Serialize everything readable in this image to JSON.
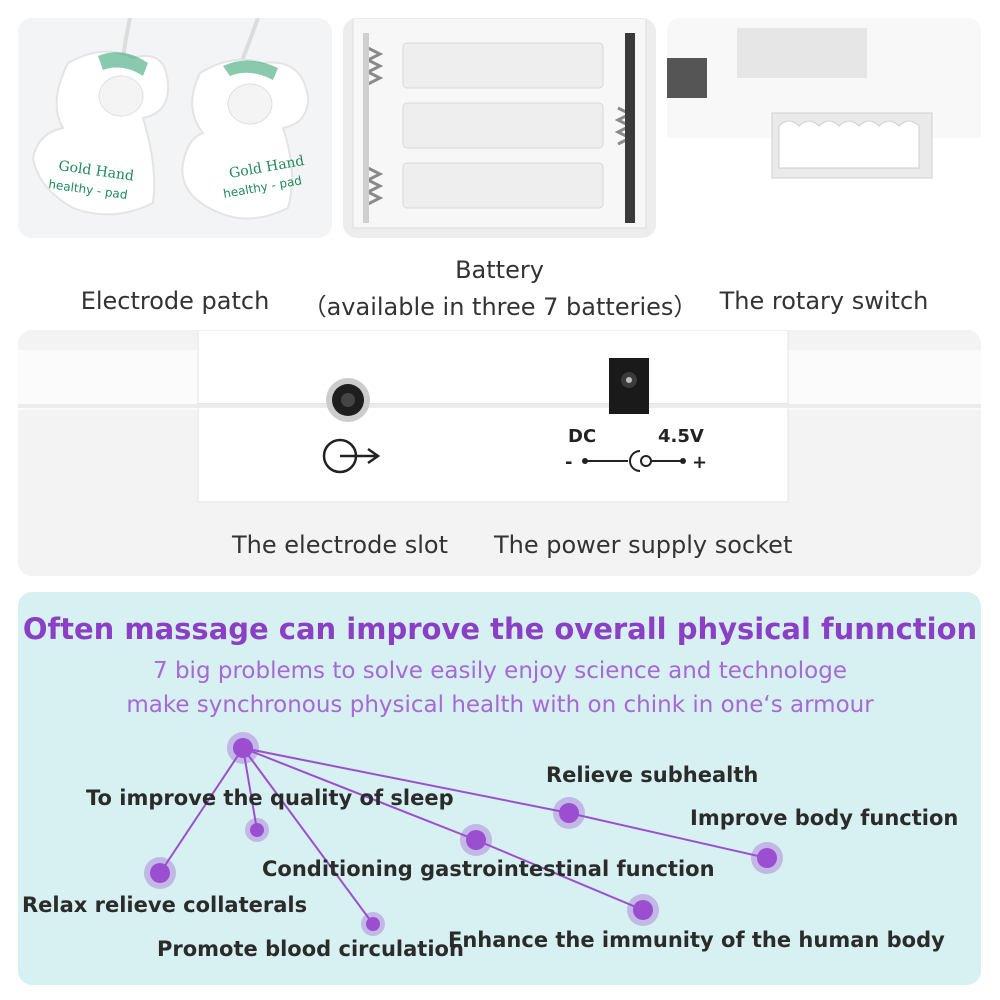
{
  "captions": {
    "electrode_patch": "Electrode patch",
    "battery_line1": "Battery",
    "battery_line2": "（available in three 7 batteries）",
    "rotary_switch": "The rotary switch",
    "electrode_slot": "The electrode slot",
    "power_socket": "The power supply socket"
  },
  "pad_text": {
    "line1": "Gold Hand",
    "line2": "healthy - pad"
  },
  "socket_labels": {
    "dc": "DC",
    "voltage": "4.5V",
    "minus": "-",
    "plus": "+"
  },
  "info": {
    "title": "Often massage can improve the overall physical funnction",
    "subtitle1": "7 big problems to solve easily enjoy science and technologe",
    "subtitle2": "make synchronous physical health with on chink in one‘s armour"
  },
  "features": [
    "To improve the quality of sleep",
    "Relieve subhealth",
    "Improve body function",
    "Conditioning gastrointestinal function",
    "Relax relieve collaterals",
    "Promote blood circulation",
    "Enhance the immunity of the human body"
  ],
  "colors": {
    "accent_purple": "#8a3fc4",
    "light_purple": "#a768d8",
    "node_purple": "#9b4fd0",
    "info_background": "#d7f0f1",
    "pad_text_green": "#1f8a5c"
  }
}
